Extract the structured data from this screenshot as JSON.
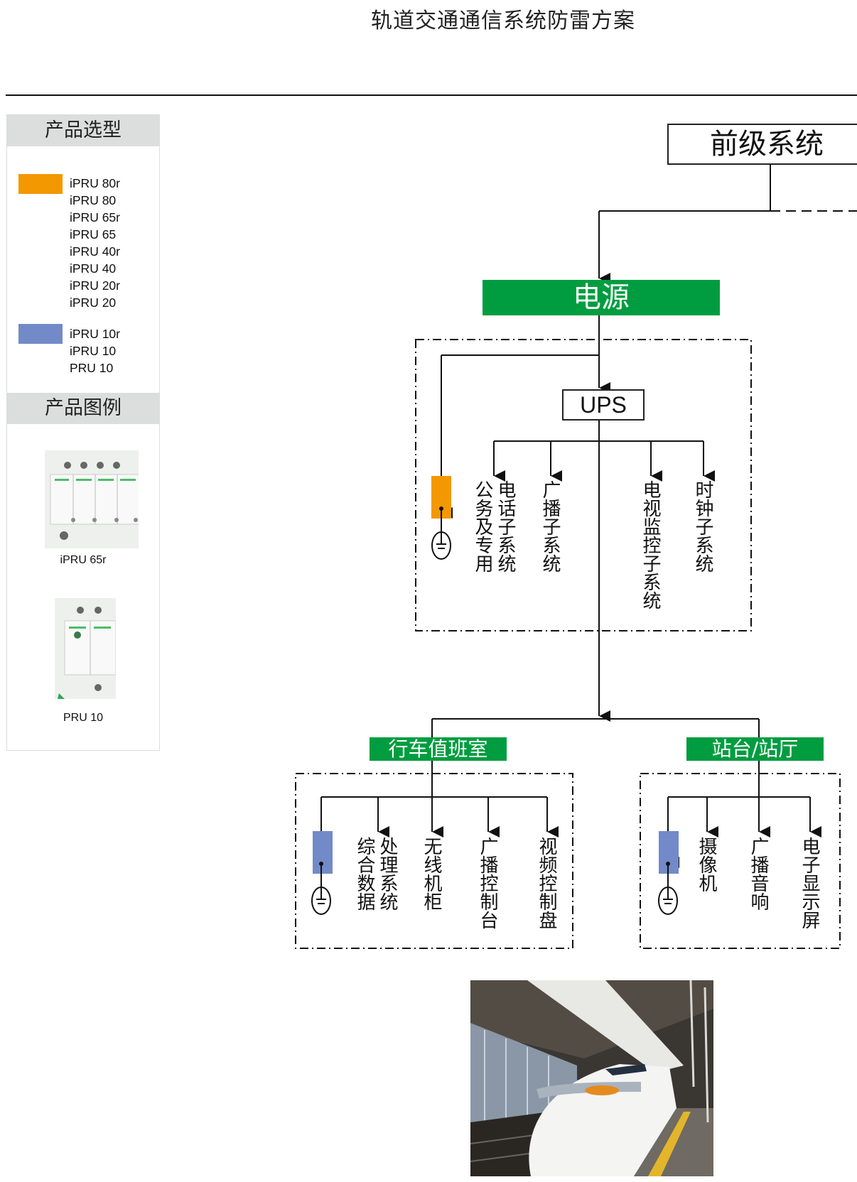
{
  "page": {
    "title": "轨道交通通信系统防雷方案"
  },
  "sidebar": {
    "selection_heading": "产品选型",
    "groups": [
      {
        "color": "#f39800",
        "models": [
          "iPRU 80r",
          "iPRU 80",
          "iPRU 65r",
          "iPRU 65",
          "iPRU 40r",
          "iPRU 40",
          "iPRU 20r",
          "iPRU 20"
        ]
      },
      {
        "color": "#728ac8",
        "models": [
          "iPRU 10r",
          "iPRU 10",
          "PRU 10"
        ]
      }
    ],
    "legend_heading": "产品图例",
    "products": [
      {
        "caption": "iPRU 65r",
        "image": "4-pole-surge-protector-photo"
      },
      {
        "caption": "PRU 10",
        "image": "2-pole-surge-protector-photo"
      }
    ]
  },
  "diagram": {
    "colors": {
      "node_green": "#009d40",
      "spd_orange": "#f39800",
      "spd_blue": "#728ac8",
      "line": "#111111"
    },
    "upstream": {
      "label": "前级系统"
    },
    "power": {
      "label": "电源"
    },
    "ups": {
      "label": "UPS"
    },
    "ups_group": {
      "spd_type": "orange",
      "children": [
        {
          "label": "电话子系统",
          "label_extra": "公务及专用"
        },
        {
          "label": "广播子系统"
        },
        {
          "label": "电视监控子系统"
        },
        {
          "label": "时钟子系统"
        }
      ]
    },
    "duty_room": {
      "label": "行车值班室",
      "spd_type": "blue",
      "children": [
        {
          "label": "处理系统",
          "label_extra": "综合数据"
        },
        {
          "label": "无线机柜"
        },
        {
          "label": "广播控制台"
        },
        {
          "label": "视频控制盘"
        }
      ]
    },
    "platform": {
      "label": "站台/站厅",
      "spd_type": "blue",
      "children": [
        {
          "label": "摄像机"
        },
        {
          "label": "广播音响"
        },
        {
          "label": "电子显示屏"
        }
      ]
    },
    "ground_symbol": "ground-icon",
    "photo": {
      "description": "high-speed-train-at-station-photo"
    }
  }
}
